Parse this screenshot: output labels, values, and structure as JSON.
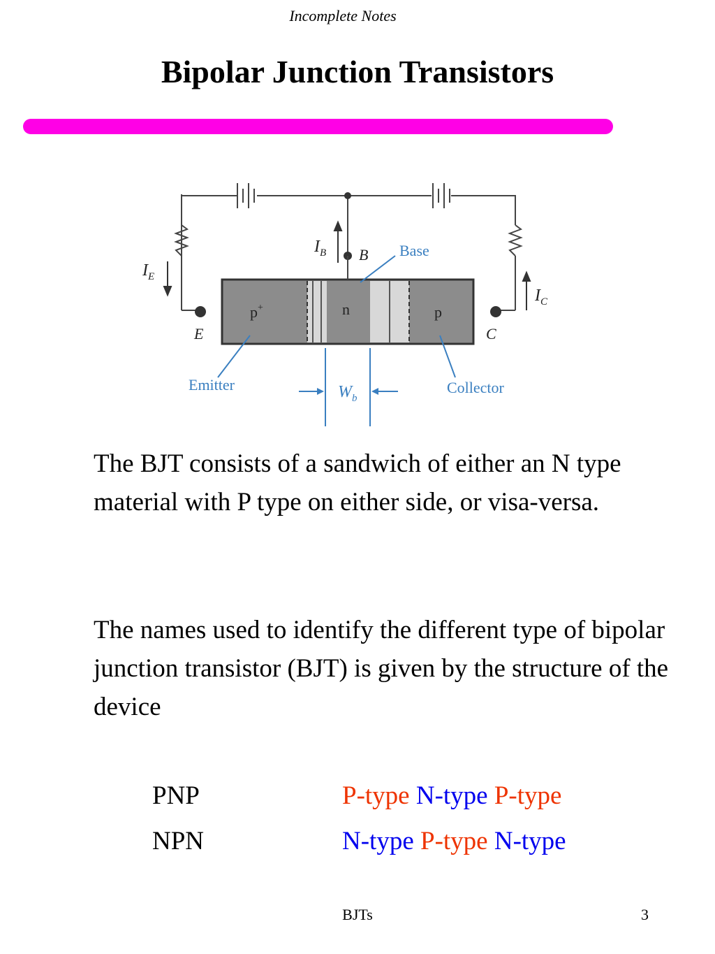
{
  "header_note": "Incomplete Notes",
  "title": "Bipolar Junction Transistors",
  "colors": {
    "rule": "#ff00e6",
    "p_type": "#ee3300",
    "n_type": "#0000ee",
    "diagram_label": "#3a7fc0"
  },
  "diagram": {
    "base_label": "Base",
    "emitter_label": "Emitter",
    "collector_label": "Collector",
    "terminal_b": "B",
    "terminal_e": "E",
    "terminal_c": "C",
    "region_emitter": "p",
    "region_emitter_sup": "+",
    "region_base": "n",
    "region_collector": "p",
    "current_ib": "I",
    "current_ib_sub": "B",
    "current_ie": "I",
    "current_ie_sub": "E",
    "current_ic": "I",
    "current_ic_sub": "C",
    "width_label": "W",
    "width_label_sub": "b"
  },
  "paragraphs": [
    "The BJT consists of a sandwich of either an N type material with P type on either side, or visa-versa.",
    "The names used to identify the different type of bipolar junction transistor (BJT) is given by the structure of the device"
  ],
  "types": [
    {
      "name": "PNP",
      "layers": [
        "P-type",
        "N-type",
        "P-type"
      ]
    },
    {
      "name": "NPN",
      "layers": [
        "N-type",
        "P-type",
        "N-type"
      ]
    }
  ],
  "footer": {
    "center": "BJTs",
    "page": "3"
  }
}
